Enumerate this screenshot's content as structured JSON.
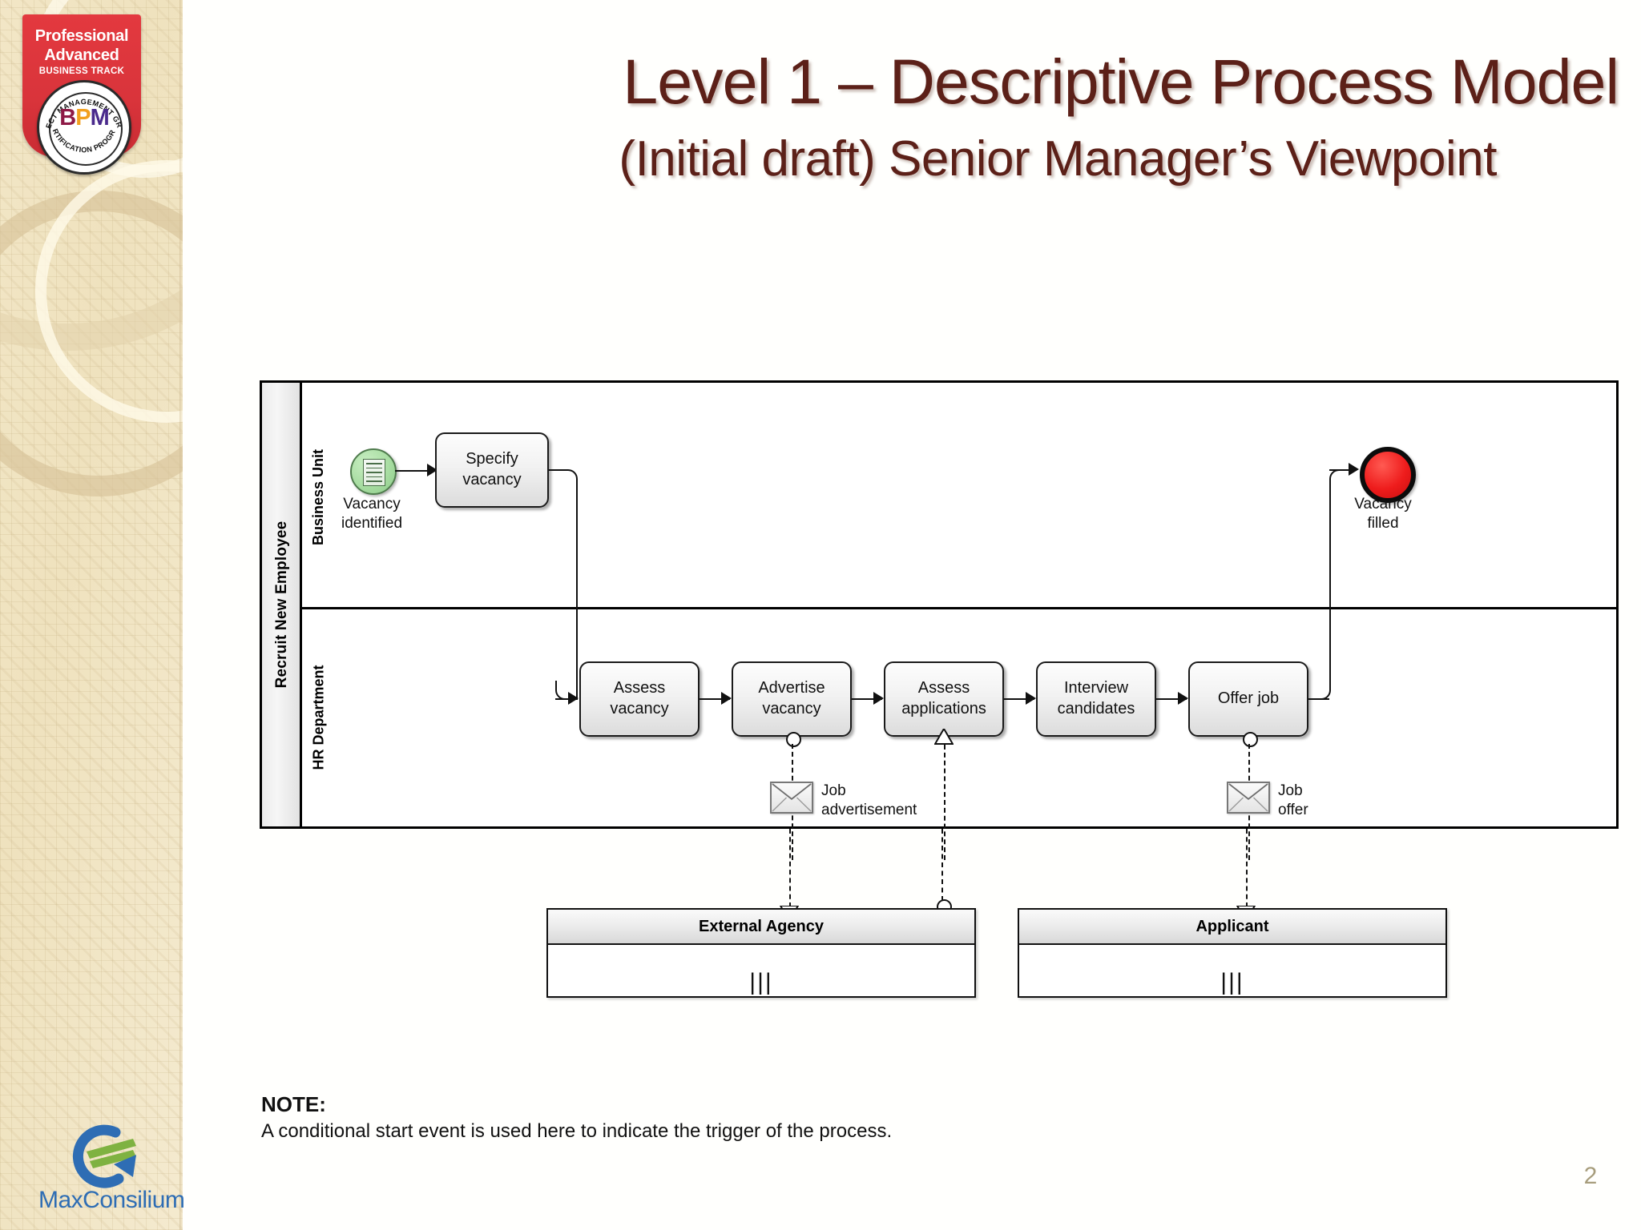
{
  "slide": {
    "title": "Level 1 – Descriptive Process Model",
    "subtitle": "(Initial draft) Senior Manager’s Viewpoint",
    "page_number": "2",
    "title_color": "#5C2018"
  },
  "badge": {
    "line1": "Professional",
    "line2": "Advanced",
    "line3": "BUSINESS TRACK",
    "seal_top_text": "OBJECT MANAGEMENT GROUP",
    "seal_bottom_text": "CERTIFICATION PROGRAM",
    "acronym_b": "B",
    "acronym_p": "P",
    "acronym_m": "M",
    "colors": {
      "shield": "#D9343B",
      "b": "#8E1A46",
      "p": "#F2A01E",
      "m": "#4A2A8C"
    }
  },
  "logo": {
    "name": "MaxConsilium",
    "colors": {
      "swoosh": "#2E6DB4",
      "arrow": "#7FB241"
    }
  },
  "diagram": {
    "pool_label": "Recruit New Employee",
    "lanes": [
      {
        "label": "Business Unit"
      },
      {
        "label": "HR Department"
      }
    ],
    "start_event": {
      "label_line1": "Vacancy",
      "label_line2": "identified",
      "type": "conditional-start-event",
      "color": "#A8DDA2"
    },
    "end_event": {
      "label_line1": "Vacancy",
      "label_line2": "filled",
      "type": "terminate-end-event",
      "color": "#EE1C1C"
    },
    "tasks": [
      {
        "id": "specify-vacancy",
        "line1": "Specify",
        "line2": "vacancy",
        "lane": "Business Unit"
      },
      {
        "id": "assess-vacancy",
        "line1": "Assess",
        "line2": "vacancy",
        "lane": "HR Department"
      },
      {
        "id": "advertise-vacancy",
        "line1": "Advertise",
        "line2": "vacancy",
        "lane": "HR Department"
      },
      {
        "id": "assess-applications",
        "line1": "Assess",
        "line2": "applications",
        "lane": "HR Department"
      },
      {
        "id": "interview-candidates",
        "line1": "Interview",
        "line2": "candidates",
        "lane": "HR Department"
      },
      {
        "id": "offer-job",
        "line1": "Offer job",
        "line2": "",
        "lane": "HR Department"
      }
    ],
    "messages": [
      {
        "id": "job-advertisement",
        "line1": "Job",
        "line2": "advertisement",
        "from": "advertise-vacancy",
        "to": "external-agency",
        "direction": "out"
      },
      {
        "id": "job-offer",
        "line1": "Job",
        "line2": "offer",
        "from": "offer-job",
        "to": "applicant",
        "direction": "out"
      },
      {
        "id": "application",
        "line1": "",
        "line2": "",
        "from": "applicant",
        "to": "assess-applications",
        "direction": "in"
      }
    ],
    "black_box_pools": [
      {
        "id": "external-agency",
        "label": "External Agency",
        "collapsed_marker": "|||"
      },
      {
        "id": "applicant",
        "label": "Applicant",
        "collapsed_marker": "|||"
      }
    ]
  },
  "note": {
    "title": "NOTE:",
    "body": "A conditional start  event is used here to indicate the trigger of the process."
  }
}
